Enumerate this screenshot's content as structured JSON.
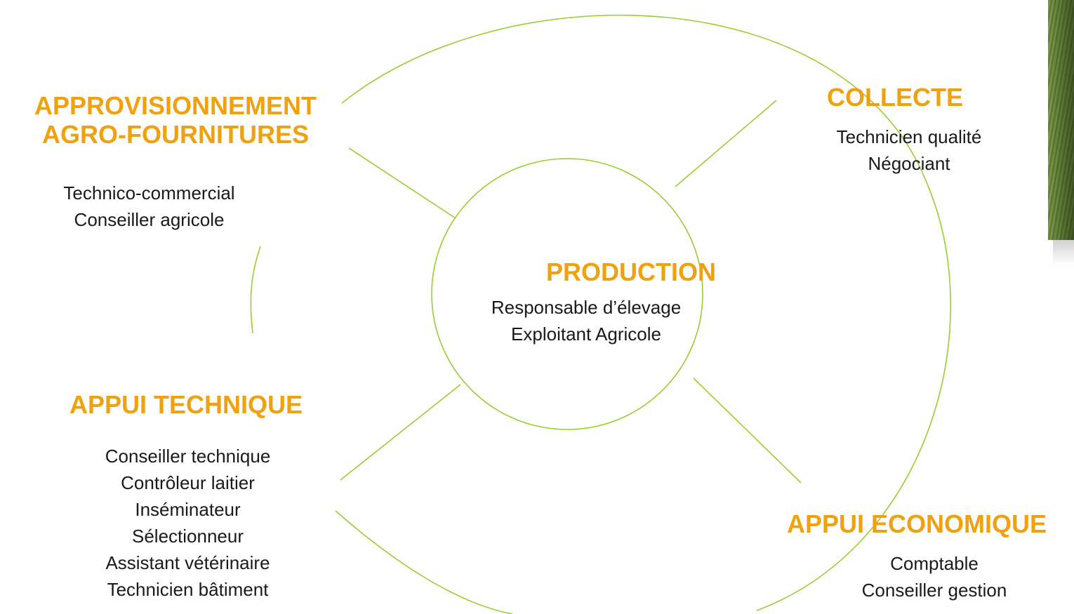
{
  "colors": {
    "heading": "#f0a10f",
    "circle_stroke": "#9acd32",
    "text": "#1a1a1a"
  },
  "center": {
    "title": "PRODUCTION",
    "items": [
      "Responsable d’élevage",
      "Exploitant Agricole"
    ]
  },
  "approvisionnement": {
    "title_line1": "APPROVISIONNEMENT",
    "title_line2": "AGRO-FOURNITURES",
    "items": [
      "Technico-commercial",
      "Conseiller agricole"
    ]
  },
  "collecte": {
    "title": "COLLECTE",
    "items": [
      "Technicien qualité",
      "Négociant"
    ]
  },
  "appui_technique": {
    "title": "APPUI TECHNIQUE",
    "items": [
      "Conseiller technique",
      "Contrôleur laitier",
      "Inséminateur",
      "Sélectionneur",
      "Assistant vétérinaire",
      "Technicien bâtiment"
    ]
  },
  "appui_economique": {
    "title": "APPUI ECONOMIQUE",
    "items": [
      "Comptable",
      "Conseiller gestion"
    ]
  },
  "photo": {
    "icon": "wheat-field-photo"
  }
}
